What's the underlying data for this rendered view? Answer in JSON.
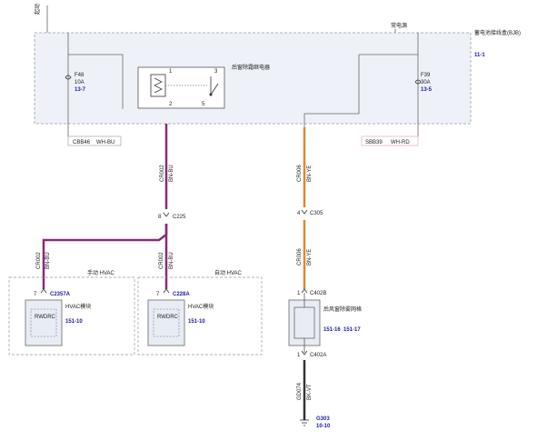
{
  "top_labels": {
    "ignition": "起动",
    "battery": "常电源"
  },
  "bjb": {
    "name": "蓄电池接线盒(BJB)",
    "ref": "11-1"
  },
  "relay": {
    "label": "后窗除霜继电器",
    "pin1": "1",
    "pin2": "2",
    "pin3": "3",
    "pin5": "5"
  },
  "fuse_left": {
    "id": "F48",
    "rating": "10A",
    "ref": "13-7"
  },
  "fuse_right": {
    "id": "F39",
    "rating": "30A",
    "ref": "13-5"
  },
  "splice_left": {
    "id": "CBB46",
    "color": "WH-BU"
  },
  "splice_right": {
    "id": "SBB39",
    "color": "WH-RD"
  },
  "wires": {
    "main_purple": {
      "circuit": "CR002",
      "color": "BN-BU"
    },
    "orange_upper": {
      "circuit": "CR006",
      "color": "BN-YE"
    },
    "orange_lower": {
      "circuit": "CR006",
      "color": "BN-YE"
    },
    "purple_left": {
      "circuit": "CR002",
      "color": "BN-BU"
    },
    "purple_right": {
      "circuit": "CR002",
      "color": "BN-BU"
    },
    "ground": {
      "circuit": "GD074",
      "color": "BK-VT"
    }
  },
  "connectors": {
    "c225": {
      "pin": "8",
      "id": "C225"
    },
    "c305": {
      "pin": "4",
      "id": "C305"
    },
    "c402b": {
      "pin": "1",
      "id": "C402B"
    },
    "c402a": {
      "pin": "1",
      "id": "C402A"
    },
    "c2357a": {
      "pin": "7",
      "id": "C2357A"
    },
    "c228a": {
      "pin": "7",
      "id": "C228A"
    }
  },
  "manual_hvac": {
    "title": "手动 HVAC",
    "module": "HVAC模块",
    "inner": "RWDRC",
    "ref": "151-10"
  },
  "auto_hvac": {
    "title": "自动 HVAC",
    "module": "HVAC模块",
    "inner": "RWDRC",
    "ref": "151-10"
  },
  "rear_grid": {
    "label": "后风窗除雾网格",
    "ref1": "151-16",
    "ref2": "151-17"
  },
  "ground_point": {
    "id": "G303",
    "ref": "10-10"
  },
  "colors": {
    "purple": "#8a2a78",
    "orange": "#d98a2c",
    "black": "#333333",
    "box_fill": "#e8edf5"
  }
}
